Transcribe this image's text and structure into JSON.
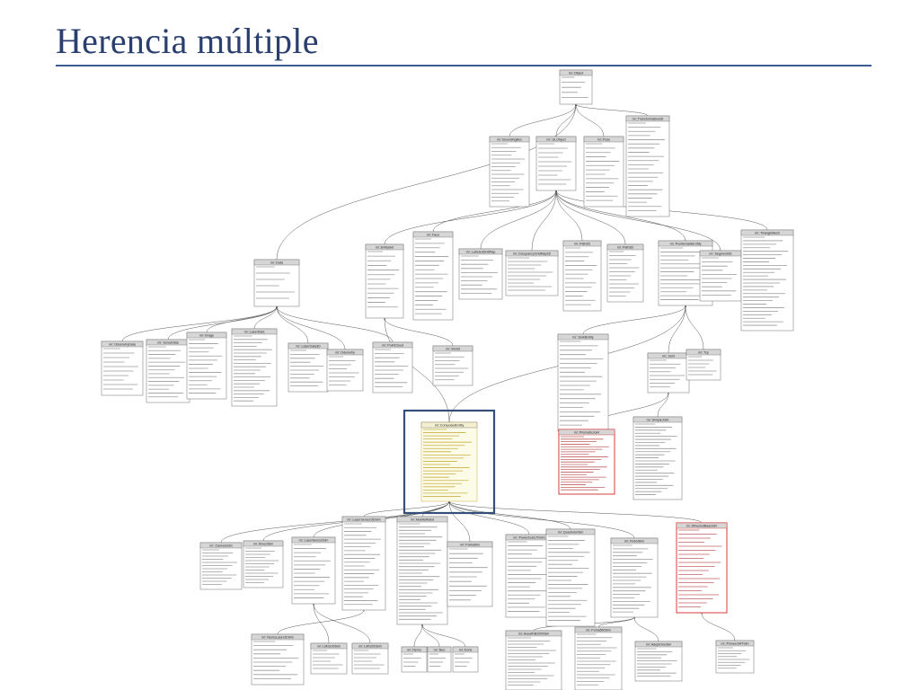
{
  "title": "Herencia múltiple",
  "colors": {
    "title": "#2a3f6e",
    "rule": "#3b5b93",
    "box_border": "#6a6a6a",
    "box_fill": "#ffffff",
    "header_fill": "#d6d6d6",
    "highlight_frame": "#34507a",
    "highlight_fill": "#fbfbe8",
    "highlight_text": "#c9b040",
    "error_border": "#d62828",
    "connector": "#555555"
  },
  "classes": [
    {
      "id": "object",
      "name": "mr::Object",
      "members": 5
    },
    {
      "id": "boundingbox",
      "name": "mr::BoundingBox",
      "members": 16
    },
    {
      "id": "globject",
      "name": "mr::GLObject",
      "members": 10
    },
    {
      "id": "pose",
      "name": "mr::Pose",
      "members": 14
    },
    {
      "id": "transformation",
      "name": "mr::Transformation3D",
      "members": 22
    },
    {
      "id": "data",
      "name": "mr::Data",
      "members": 6
    },
    {
      "id": "entityset",
      "name": "mr::EntitySet",
      "members": 14
    },
    {
      "id": "face",
      "name": "mr::Face",
      "members": 18
    },
    {
      "id": "labeledgridmap",
      "name": "mr::LabeledGridMap",
      "members": 10
    },
    {
      "id": "occupancy",
      "name": "mr::OccupancyGridMap2D",
      "members": 10
    },
    {
      "id": "path2d",
      "name": "mr::Path2D",
      "members": 14
    },
    {
      "id": "path3d",
      "name": "mr::Path3D",
      "members": 12
    },
    {
      "id": "positionable",
      "name": "mr::PositionableEntity",
      "members": 14
    },
    {
      "id": "segment3d",
      "name": "mr::Segment3D",
      "members": 10
    },
    {
      "id": "trianglemesh",
      "name": "mr::TriangleMesh",
      "members": 26
    },
    {
      "id": "odometry",
      "name": "mr::OdometryData",
      "members": 10
    },
    {
      "id": "sonardata",
      "name": "mr::SonarData",
      "members": 14
    },
    {
      "id": "image",
      "name": "mr::Image",
      "members": 14
    },
    {
      "id": "laserdata",
      "name": "mr::LaserData",
      "members": 20
    },
    {
      "id": "laserdata3d",
      "name": "mr::LaserData3D",
      "members": 10
    },
    {
      "id": "odometry2",
      "name": "mr::Odometry",
      "members": 8
    },
    {
      "id": "pointcloud",
      "name": "mr::PointCloud",
      "members": 10
    },
    {
      "id": "world",
      "name": "mr::World",
      "members": 8
    },
    {
      "id": "solidentity",
      "name": "mr::SolidEntity",
      "members": 20
    },
    {
      "id": "joint",
      "name": "mr::Joint",
      "members": 8
    },
    {
      "id": "tcp",
      "name": "mr::Tcp",
      "members": 6
    },
    {
      "id": "prismaticjoint",
      "name": "mr::PrismaticJoint",
      "members": 22
    },
    {
      "id": "simplejoint",
      "name": "mr::SimpleJoint",
      "members": 24
    },
    {
      "id": "compoundentity",
      "name": "mr::ComposedEntity",
      "members": 22
    },
    {
      "id": "camerasim",
      "name": "mr::CameraSim",
      "members": 12
    },
    {
      "id": "kinectsim",
      "name": "mr::KinectSim",
      "members": 12
    },
    {
      "id": "lasersensorsim",
      "name": "mr::LaserSensorSim",
      "members": 14
    },
    {
      "id": "lasersensor3d",
      "name": "mr::LaserSensor3DSim",
      "members": 22
    },
    {
      "id": "mobilerobot",
      "name": "mr::MobileRobot",
      "members": 30
    },
    {
      "id": "patrolsim",
      "name": "mr::PatrolSim",
      "members": 12
    },
    {
      "id": "powercubesim",
      "name": "mr::PowerCube70Sim",
      "members": 18
    },
    {
      "id": "quadrotorsim",
      "name": "mr::QuadrotorSim",
      "members": 22
    },
    {
      "id": "robotsim",
      "name": "mr::RobotSim",
      "members": 20
    },
    {
      "id": "wheeledbasesim",
      "name": "mr::WheeledBaseSim",
      "members": 20
    },
    {
      "id": "nemolaser",
      "name": "mr::NemoLaser3DSim",
      "members": 10
    },
    {
      "id": "lms100sim",
      "name": "mr::LMS100Sim",
      "members": 6
    },
    {
      "id": "lms200sim",
      "name": "mr::LMS200Sim",
      "members": 6
    },
    {
      "id": "nemo",
      "name": "mr::Nemo",
      "members": 4
    },
    {
      "id": "neo",
      "name": "mr::Neo",
      "members": 4
    },
    {
      "id": "doris",
      "name": "mr::Doris",
      "members": 4
    },
    {
      "id": "aseasim",
      "name": "mr::AseaIRB2000Sim",
      "members": 16
    },
    {
      "id": "puma560sim",
      "name": "mr::Puma560Sim",
      "members": 16
    },
    {
      "id": "adeptsim",
      "name": "mr::AdeptOneSim",
      "members": 10
    },
    {
      "id": "pioneersim",
      "name": "mr::Pioneer3ATSim",
      "members": 8
    }
  ]
}
